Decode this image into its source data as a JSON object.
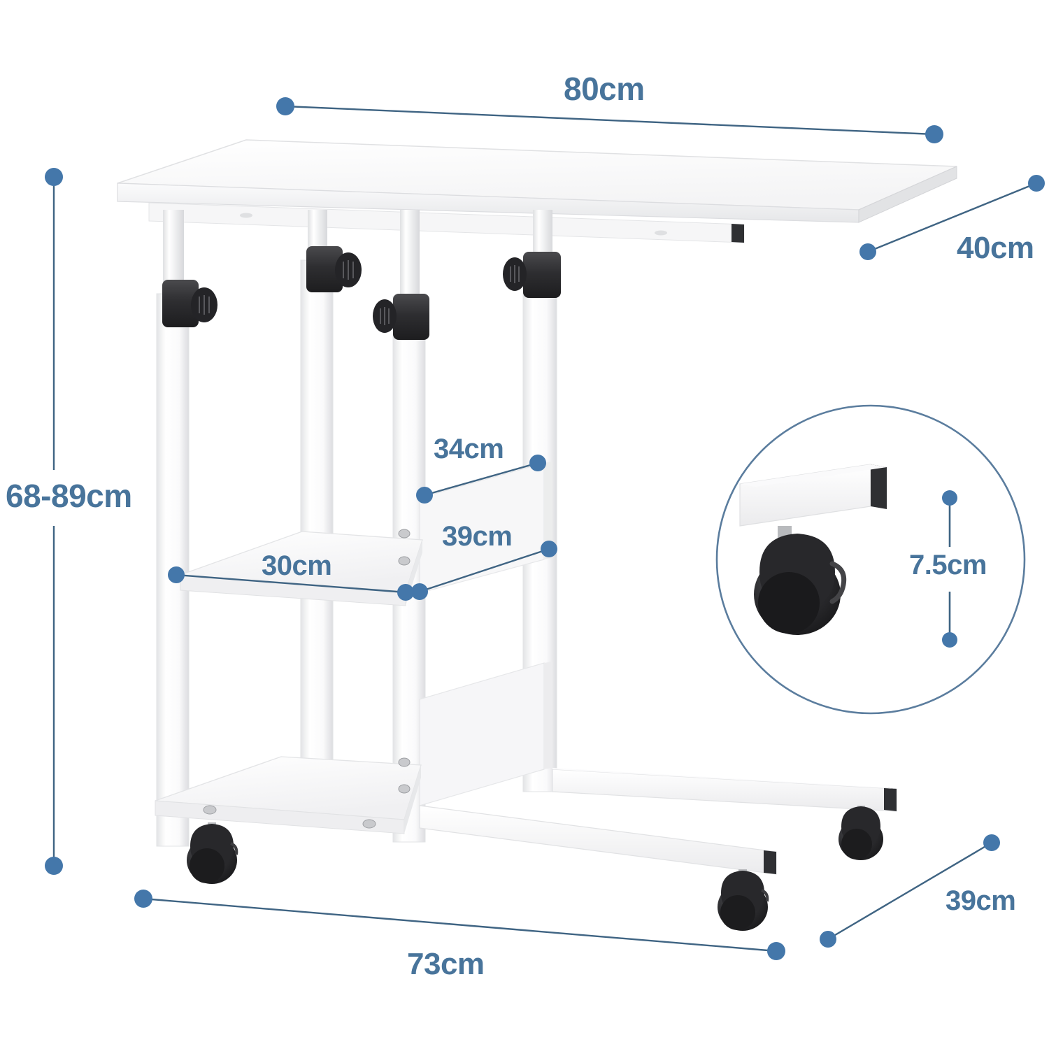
{
  "product": {
    "name": "height-adjustable rolling C-shaped side table",
    "view": "dimension diagram"
  },
  "colors": {
    "dimension_blue": "#48749b",
    "dimension_dot": "#4477aa",
    "table_white": "#ffffff",
    "table_shadow": "#e9eaec",
    "hardware_black": "#333333",
    "inset_circle_stroke": "#5b7d9e"
  },
  "dimensions": {
    "top_width": "80cm",
    "top_depth": "40cm",
    "overall_height": "68-89cm",
    "shelf_back_height": "34cm",
    "shelf_depth_mid": "39cm",
    "shelf_width": "30cm",
    "caster_height": "7.5cm",
    "base_width": "73cm",
    "base_depth": "39cm"
  },
  "inset": {
    "label": "caster-detail-inset",
    "measurement": "7.5cm"
  },
  "hardware": {
    "knob_count": 4,
    "caster_count": 4,
    "knob_name": "height-adjustment-knob",
    "caster_name": "swivel-caster"
  }
}
